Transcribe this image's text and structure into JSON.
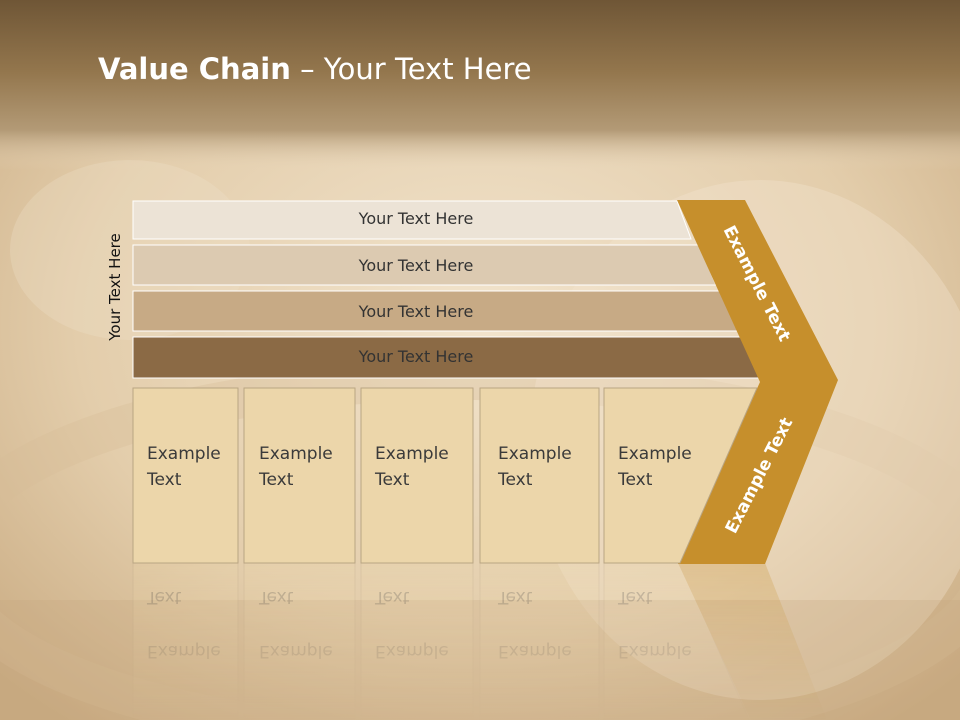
{
  "slide": {
    "title_bold": "Value Chain",
    "title_rest": " – Your Text Here",
    "side_label": "Your Text Here"
  },
  "bars": [
    {
      "label": "Your Text Here",
      "fill": "#ece3d6"
    },
    {
      "label": "Your Text Here",
      "fill": "#dccab1"
    },
    {
      "label": "Your Text Here",
      "fill": "#c7aa85"
    },
    {
      "label": "Your Text Here",
      "fill": "#8b6a45"
    }
  ],
  "boxes": [
    {
      "line1": "Example",
      "line2": "Text"
    },
    {
      "line1": "Example",
      "line2": "Text"
    },
    {
      "line1": "Example",
      "line2": "Text"
    },
    {
      "line1": "Example",
      "line2": "Text"
    },
    {
      "line1": "Example",
      "line2": "Text"
    }
  ],
  "chevron": {
    "upper_label": "Example Text",
    "lower_label": "Example Text",
    "fill": "#c68f2c"
  },
  "colors": {
    "box_fill": "#ecd6aa",
    "box_stroke": "#b9a583",
    "top_band": "#79603e"
  }
}
